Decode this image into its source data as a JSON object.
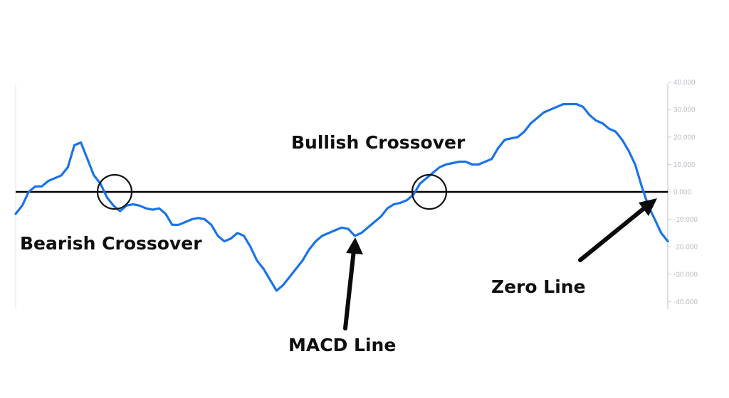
{
  "chart_data": {
    "type": "line",
    "ylim": [
      -42,
      40
    ],
    "y_ticks": [
      {
        "value": 40,
        "label": "40.000"
      },
      {
        "value": 30,
        "label": "30.000"
      },
      {
        "value": 20,
        "label": "20.000"
      },
      {
        "value": 10,
        "label": "10.000"
      },
      {
        "value": 0,
        "label": "0.000"
      },
      {
        "value": -10,
        "label": "-10.000"
      },
      {
        "value": -20,
        "label": "-20.000"
      },
      {
        "value": -30,
        "label": "-30.000"
      },
      {
        "value": -40,
        "label": "-40.000"
      }
    ],
    "series": [
      {
        "name": "MACD Line",
        "color": "#1a73e8",
        "x": [
          0,
          2,
          4,
          6,
          8,
          10,
          12,
          14,
          16,
          18,
          20,
          22,
          24,
          26,
          28,
          30,
          32,
          34,
          36,
          38,
          40,
          42,
          44,
          46,
          48,
          50,
          52,
          54,
          56,
          58,
          60,
          62,
          64,
          66,
          68,
          70,
          72,
          74,
          76,
          78,
          80,
          82,
          84,
          86,
          88,
          90,
          92,
          94,
          96,
          98,
          100,
          102,
          104,
          106,
          108,
          110,
          112,
          114,
          116,
          118,
          120,
          122,
          124,
          126,
          128,
          130,
          132,
          134,
          136,
          138,
          140,
          142,
          144,
          146,
          148,
          150,
          152,
          154,
          156,
          158,
          160,
          162,
          164,
          166,
          168,
          170,
          172,
          174,
          176,
          178,
          180,
          182,
          184,
          186,
          188,
          190,
          192,
          194,
          196,
          198,
          200
        ],
        "values": [
          -8,
          -5,
          0,
          2,
          2,
          4,
          5,
          6,
          9,
          17,
          18,
          12,
          6,
          3,
          -2,
          -5,
          -7,
          -5,
          -4.5,
          -5,
          -6,
          -6.5,
          -6,
          -8,
          -12,
          -12,
          -11,
          -10,
          -9.5,
          -10,
          -12,
          -16,
          -18,
          -17,
          -15,
          -16,
          -20,
          -25,
          -28,
          -32,
          -36,
          -34,
          -31,
          -28,
          -25,
          -21,
          -18,
          -16,
          -15,
          -14,
          -13,
          -13.5,
          -16,
          -15,
          -13,
          -11,
          -9,
          -6,
          -4.5,
          -4,
          -3,
          -1,
          3,
          5,
          7,
          9,
          10,
          10.5,
          11,
          11,
          10,
          10,
          11,
          12,
          16,
          19,
          19.5,
          20,
          22,
          25,
          27,
          29,
          30,
          31,
          32,
          32,
          32,
          31,
          28,
          26,
          25,
          23,
          22,
          19,
          15,
          10,
          2,
          -5,
          -10,
          -15,
          -18
        ],
        "xlim": [
          0,
          200
        ]
      }
    ],
    "zero_line": {
      "value": 0,
      "color": "#000000"
    },
    "annotations": [
      {
        "id": "bearish",
        "text": "Bearish Crossover"
      },
      {
        "id": "bullish",
        "text": "Bullish Crossover"
      },
      {
        "id": "macd",
        "text": "MACD Line"
      },
      {
        "id": "zero",
        "text": "Zero Line"
      }
    ],
    "grid": false,
    "legend": "none"
  }
}
